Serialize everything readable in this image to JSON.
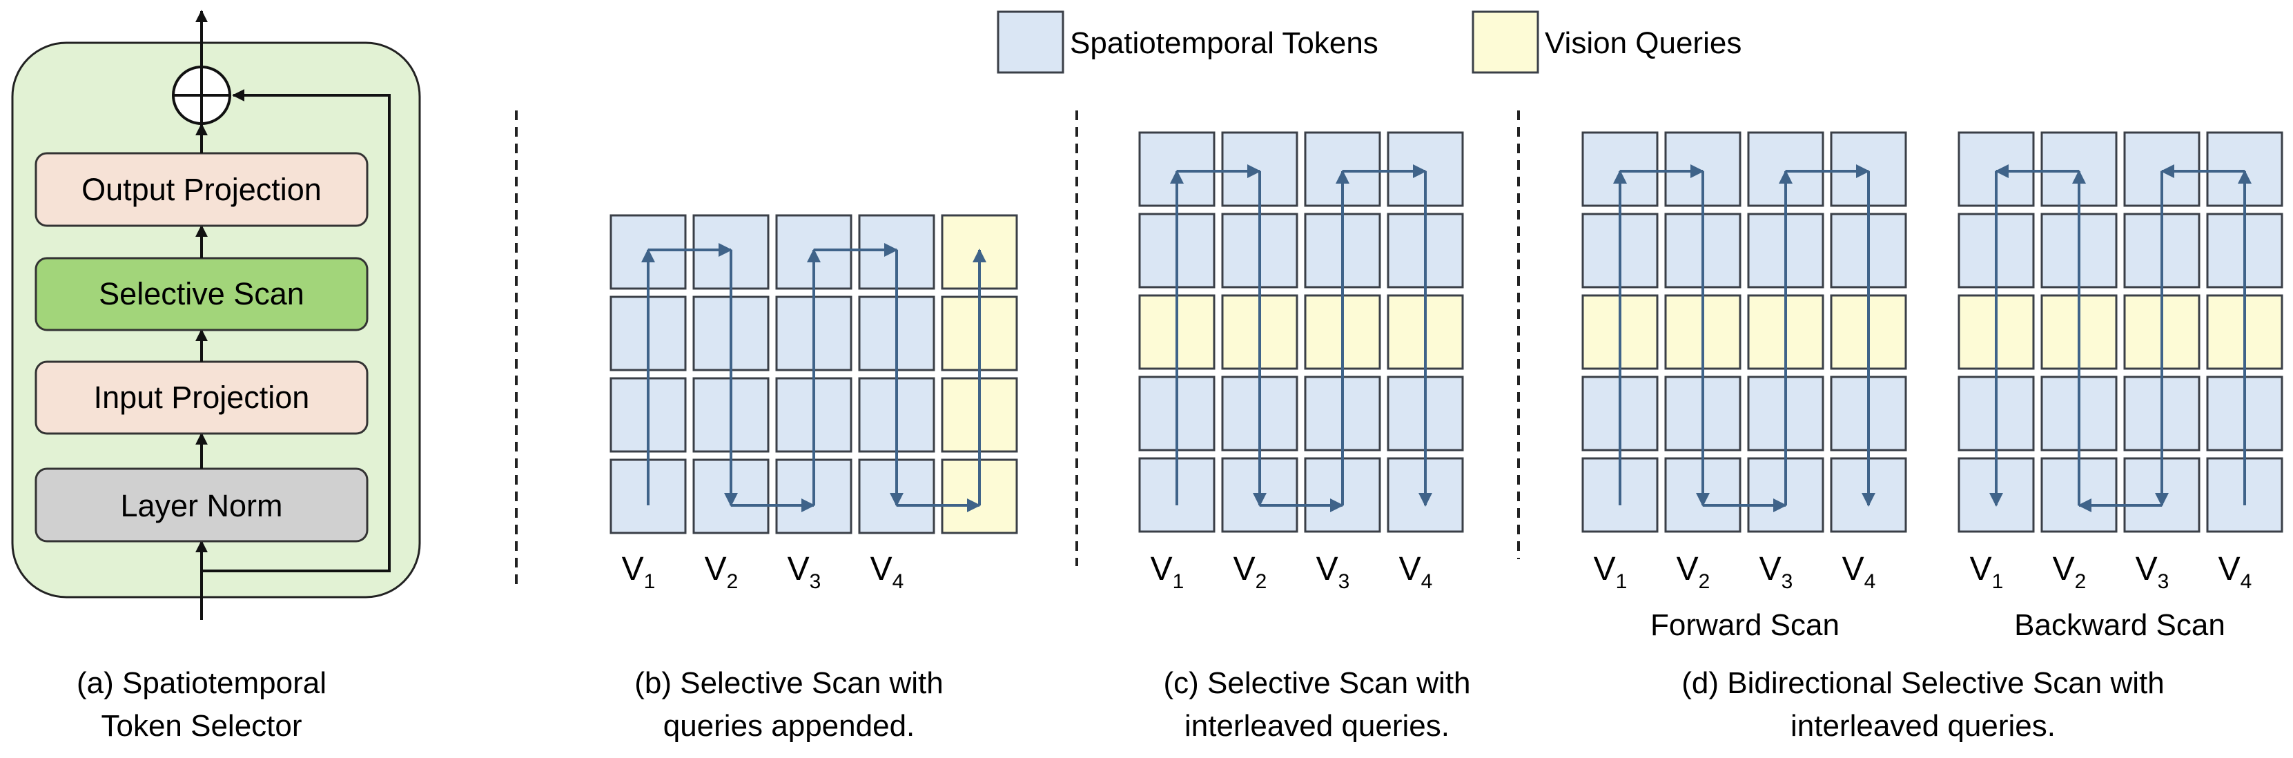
{
  "colors": {
    "token_fill": "#dae6f4",
    "query_fill": "#fdfbd6",
    "cell_stroke": "#3a3f47",
    "arrow": "#3f6389",
    "panel_fill": "#e2f2d4",
    "projection_fill": "#f6e2d6",
    "scan_fill": "#a2d57a",
    "norm_fill": "#d0d0d0"
  },
  "legend": {
    "tokens_label": "Spatiotemporal Tokens",
    "queries_label": "Vision Queries"
  },
  "selector": {
    "blocks": [
      {
        "label": "Output Projection",
        "fill": "#f6e2d6"
      },
      {
        "label": "Selective Scan",
        "fill": "#a2d57a"
      },
      {
        "label": "Input Projection",
        "fill": "#f6e2d6"
      },
      {
        "label": "Layer Norm",
        "fill": "#d0d0d0"
      }
    ],
    "add_symbol": "⊕"
  },
  "panel_b": {
    "columns": [
      "V1",
      "V2",
      "V3",
      "V4"
    ]
  },
  "panel_c": {
    "columns": [
      "V1",
      "V2",
      "V3",
      "V4"
    ]
  },
  "panel_d": {
    "forward": {
      "columns": [
        "V1",
        "V2",
        "V3",
        "V4"
      ],
      "title": "Forward Scan"
    },
    "backward": {
      "columns": [
        "V1",
        "V2",
        "V3",
        "V4"
      ],
      "title": "Backward Scan"
    }
  },
  "captions": {
    "a": [
      "(a) Spatiotemporal",
      "Token Selector"
    ],
    "b": [
      "(b) Selective Scan with",
      "queries appended."
    ],
    "c": [
      "(c) Selective Scan with",
      "interleaved queries."
    ],
    "d": [
      "(d) Bidirectional Selective Scan with",
      "interleaved queries."
    ]
  }
}
